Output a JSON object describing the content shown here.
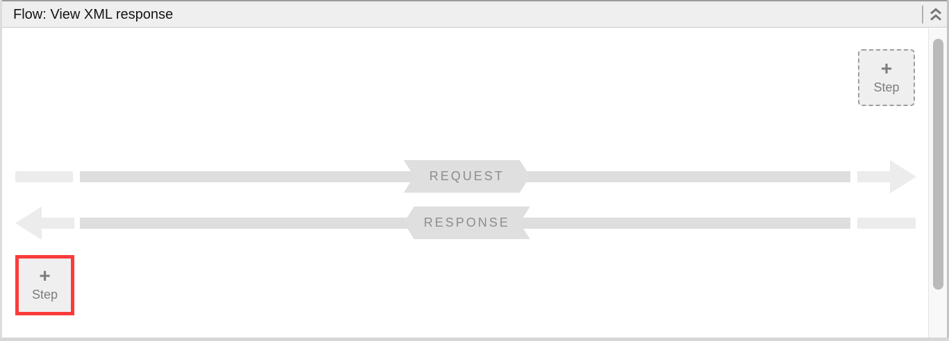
{
  "header": {
    "title": "Flow: View XML response"
  },
  "flow": {
    "request_label": "REQUEST",
    "response_label": "RESPONSE",
    "add_step": {
      "plus": "+",
      "label": "Step"
    }
  },
  "annotation": {
    "highlight_color": "#fb3b3b",
    "highlighted_element": "add-step-button-bottom"
  },
  "colors": {
    "header_bg": "#efefef",
    "flow_bar": "#dedede",
    "flow_bar_light": "#ececec",
    "badge_bg": "#dfdfdf",
    "badge_text": "#8c8c8c",
    "button_bg": "#efefef",
    "button_text": "#7d7d7d",
    "scrollbar_thumb": "#bababa"
  }
}
